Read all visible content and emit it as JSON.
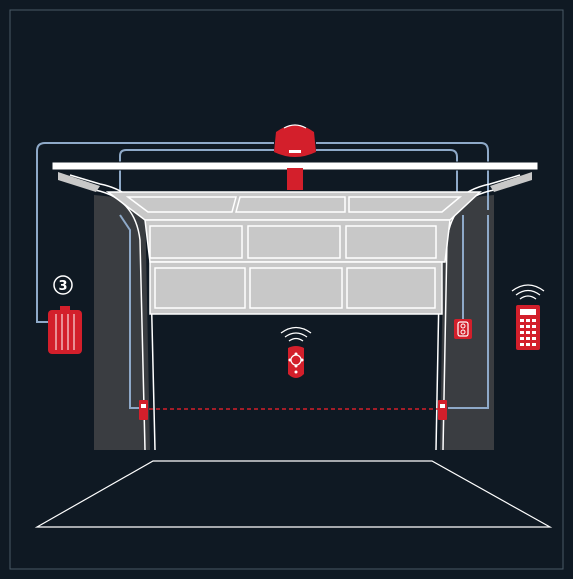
{
  "diagram": {
    "marker_label": "3",
    "colors": {
      "background": "#0f1923",
      "frame": "#4a5966",
      "wall": "#3a3d41",
      "door_panel": "#c8c8c8",
      "door_outline": "#ffffff",
      "cable": "#8ea9c8",
      "accent_red": "#d31f2b",
      "floor_line": "#ffffff"
    },
    "components": [
      {
        "id": "opener",
        "icon": "garage-door-opener-motor"
      },
      {
        "id": "battery_pack",
        "icon": "emergency-battery-pack"
      },
      {
        "id": "wall_switch",
        "icon": "wall-push-button"
      },
      {
        "id": "keypad",
        "icon": "wireless-keypad"
      },
      {
        "id": "remote",
        "icon": "handheld-remote"
      },
      {
        "id": "photo_eye_left",
        "icon": "photo-eye-sensor"
      },
      {
        "id": "photo_eye_right",
        "icon": "photo-eye-sensor"
      },
      {
        "id": "safety_beam",
        "icon": "infrared-safety-beam"
      }
    ]
  }
}
